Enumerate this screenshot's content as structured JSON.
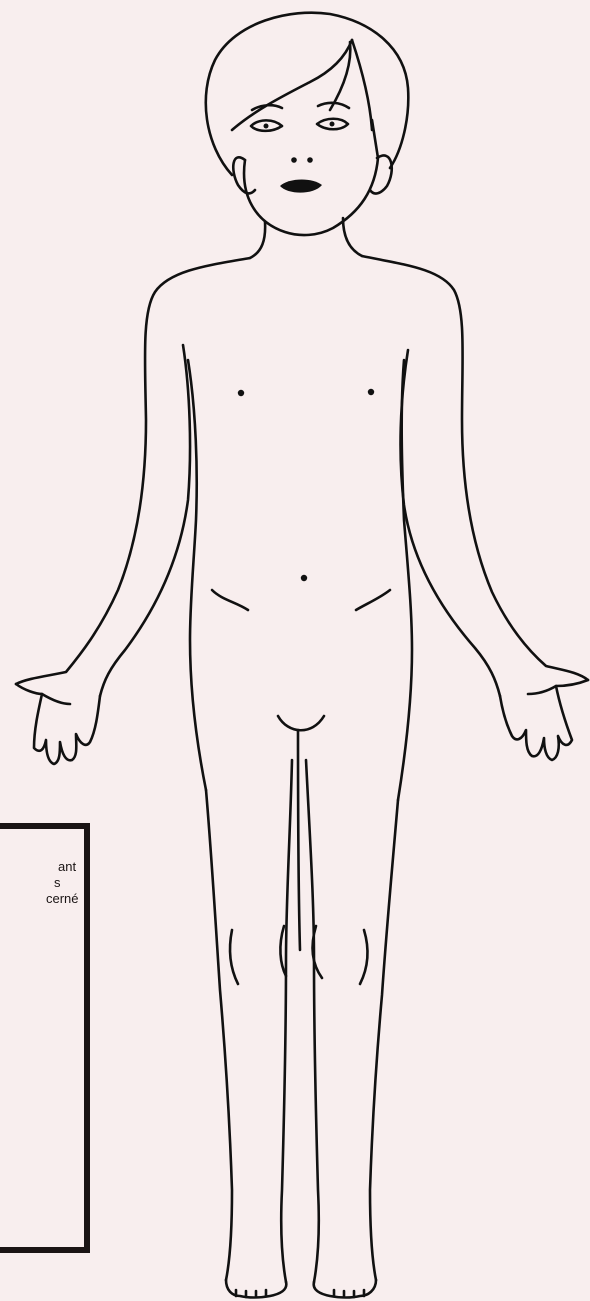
{
  "colors": {
    "background": "#f8eeee",
    "ink": "#111111",
    "box_border": "#1a1414"
  },
  "instruction_box": {
    "lines": [
      "ant",
      "s",
      "cerné"
    ]
  },
  "figure": {
    "subject": "child-body-outline-front-view"
  }
}
